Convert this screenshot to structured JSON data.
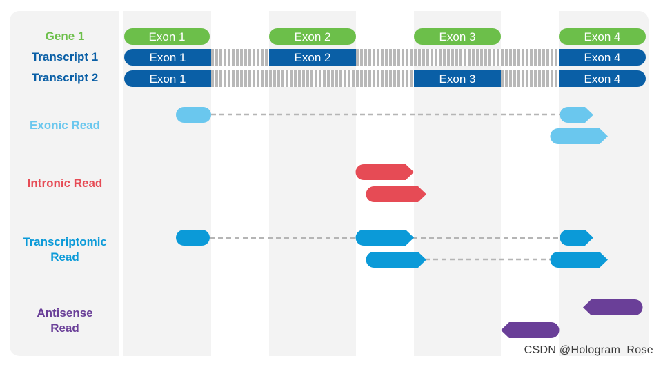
{
  "labels": {
    "gene": "Gene 1",
    "transcript1": "Transcript 1",
    "transcript2": "Transcript 2",
    "exonic_read": "Exonic Read",
    "intronic_read": "Intronic Read",
    "transcriptomic_read_line1": "Transcriptomic",
    "transcriptomic_read_line2": "Read",
    "antisense_read_line1": "Antisense",
    "antisense_read_line2": "Read"
  },
  "gene_exons": [
    "Exon 1",
    "Exon 2",
    "Exon 3",
    "Exon 4"
  ],
  "transcript1_exons": [
    "Exon 1",
    "Exon 2",
    "Exon 4"
  ],
  "transcript2_exons": [
    "Exon 1",
    "Exon 3",
    "Exon 4"
  ],
  "watermark": "CSDN @Hologram_Rose",
  "colors": {
    "gene_green": "#6cbf4a",
    "transcript_blue": "#0a5fa6",
    "exonic_light_blue": "#6ac7ee",
    "intronic_red": "#e64b55",
    "transcriptomic_blue": "#0b9ad8",
    "antisense_purple": "#6a3f98",
    "intron_hatch": "#b8b8b8",
    "panel_grey": "#f3f3f3"
  }
}
